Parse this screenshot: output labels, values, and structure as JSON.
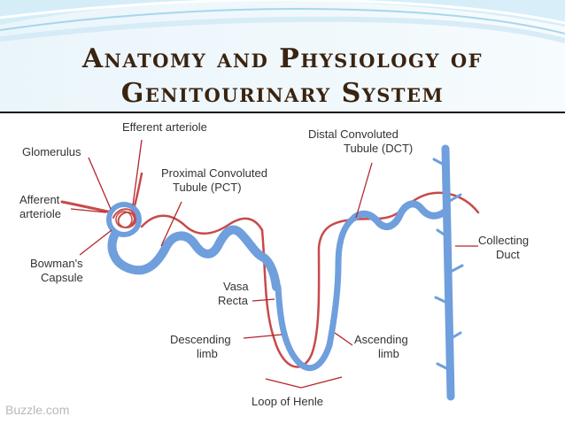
{
  "slide": {
    "title_line1": "Anatomy and Physiology of",
    "title_line2": "Genitourinary System"
  },
  "diagram": {
    "labels": {
      "glomerulus": "Glomerulus",
      "efferent_arteriole": "Efferent arteriole",
      "afferent_arteriole_1": "Afferent",
      "afferent_arteriole_2": "arteriole",
      "bowmans_capsule_1": "Bowman's",
      "bowmans_capsule_2": "Capsule",
      "pct_1": "Proximal Convoluted",
      "pct_2": "Tubule (PCT)",
      "dct_1": "Distal Convoluted",
      "dct_2": "Tubule (DCT)",
      "vasa_recta_1": "Vasa",
      "vasa_recta_2": "Recta",
      "descending_limb_1": "Descending",
      "descending_limb_2": "limb",
      "ascending_limb_1": "Ascending",
      "ascending_limb_2": "limb",
      "collecting_duct_1": "Collecting",
      "collecting_duct_2": "Duct",
      "loop_of_henle": "Loop of Henle"
    },
    "credit": "Buzzle.com",
    "colors": {
      "tubule": "#6f9fdc",
      "tubule_outline": "#4a7ec4",
      "blood_vessel": "#c84a4a",
      "leader_line": "#b3262b"
    }
  }
}
